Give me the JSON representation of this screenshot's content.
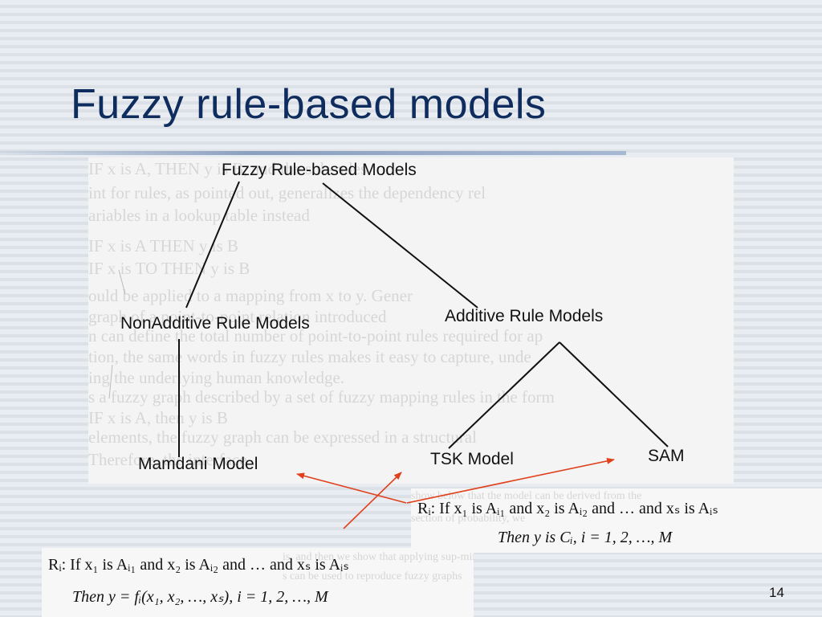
{
  "slide": {
    "title": "Fuzzy rule-based models",
    "page_number": "14"
  },
  "tree": {
    "root": "Fuzzy Rule-based Models",
    "left_branch": "NonAdditive Rule Models",
    "right_branch": "Additive Rule Models",
    "leaf_mamdani": "Mamdani Model",
    "leaf_tsk": "TSK Model",
    "leaf_sam": "SAM"
  },
  "formulas": {
    "mamdani": {
      "line1": "Rᵢ: If  x₁ is Aᵢ₁  and  x₂ is Aᵢ₂  and … and xₛ is Aᵢₛ",
      "line2": "Then  y  is  Cᵢ,  i = 1, 2, …, M"
    },
    "tsk": {
      "line1": "Rᵢ: If  x₁ is Aᵢ₁  and  x₂ is Aᵢ₂  and … and xₛ is Aᵢₛ",
      "line2": "Then  y = fᵢ(x₁, x₂, …, xₛ),  i = 1, 2, …, M"
    }
  },
  "colors": {
    "title": "#0f2c5e",
    "arrow": "#e0401c",
    "tree_line": "#111111"
  }
}
